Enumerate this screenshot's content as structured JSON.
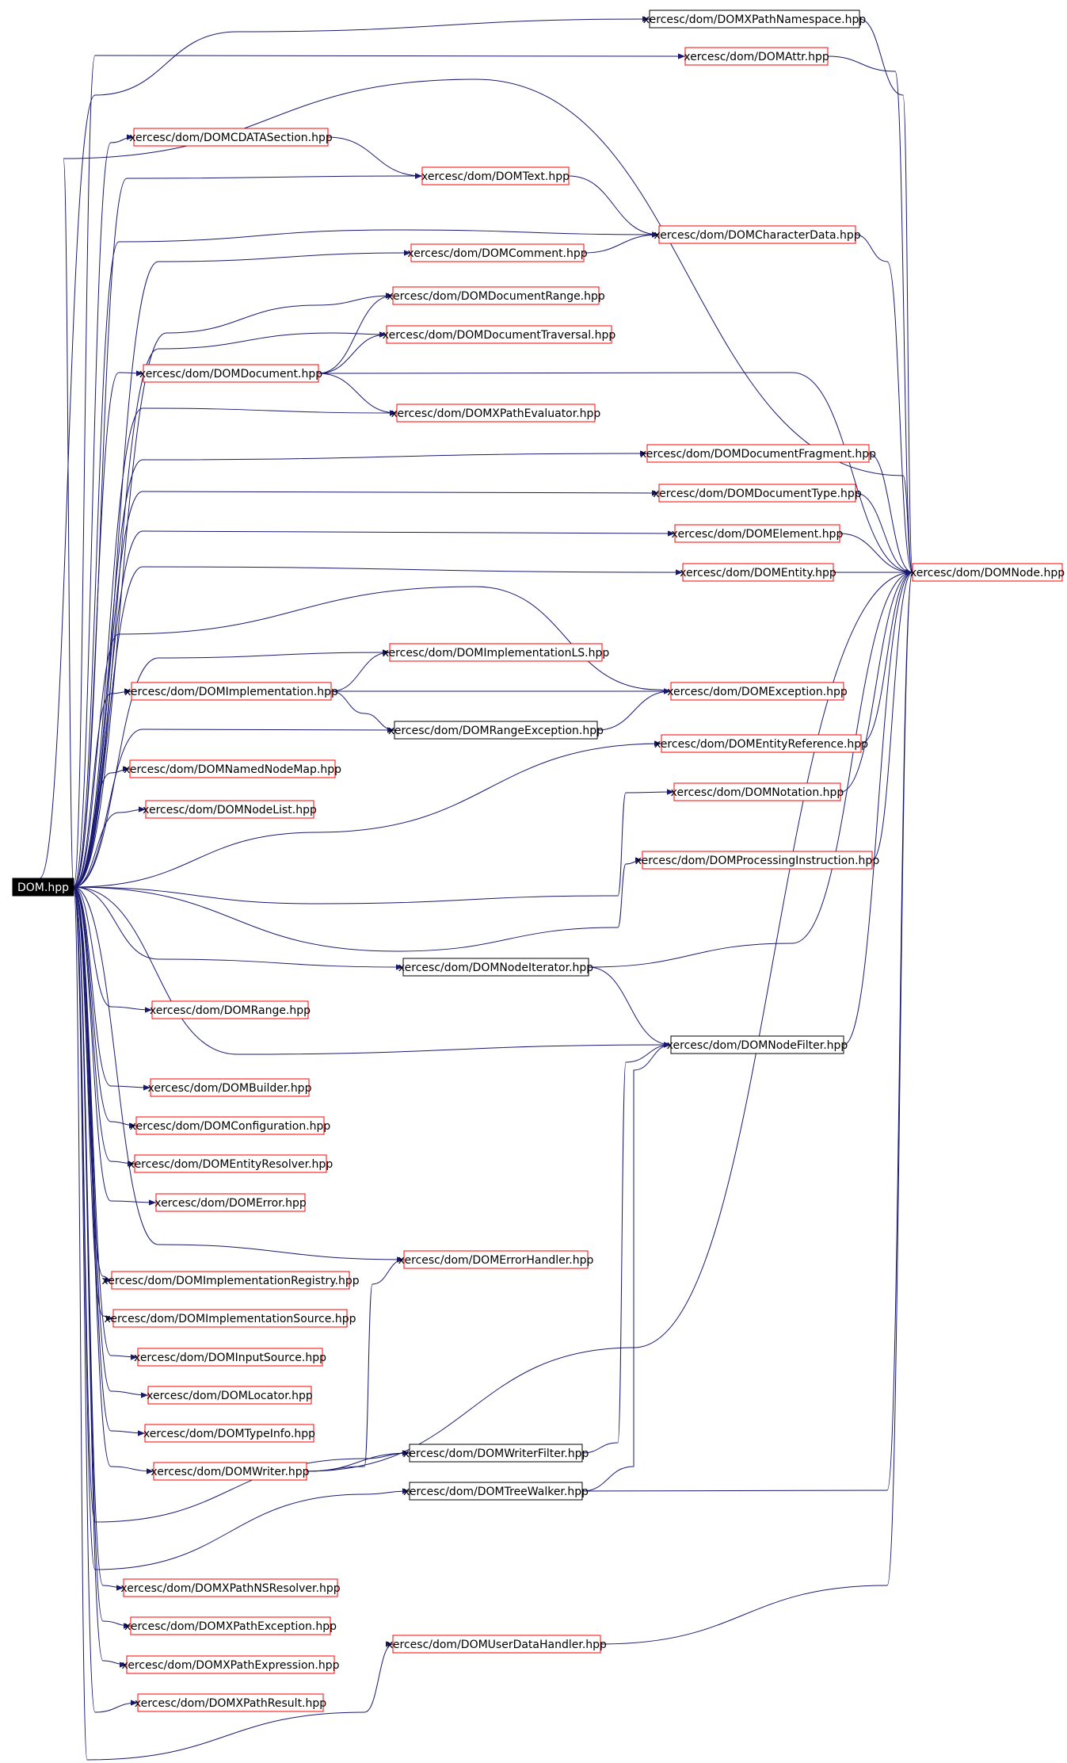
{
  "root": "DOM.hpp",
  "colors": {
    "edge": "#191970",
    "root_fill": "#000000",
    "root_text": "#ffffff",
    "documented_border": "#ff0000",
    "plain_border": "#000000"
  },
  "nodes": [
    {
      "id": "root",
      "label": "DOM.hpp",
      "kind": "root"
    },
    {
      "id": "xpathns",
      "label": "xercesc/dom/DOMXPathNamespace.hpp",
      "kind": "plain"
    },
    {
      "id": "attr",
      "label": "xercesc/dom/DOMAttr.hpp",
      "kind": "doc"
    },
    {
      "id": "cdata",
      "label": "xercesc/dom/DOMCDATASection.hpp",
      "kind": "doc"
    },
    {
      "id": "text",
      "label": "xercesc/dom/DOMText.hpp",
      "kind": "doc"
    },
    {
      "id": "chardata",
      "label": "xercesc/dom/DOMCharacterData.hpp",
      "kind": "doc"
    },
    {
      "id": "comment",
      "label": "xercesc/dom/DOMComment.hpp",
      "kind": "doc"
    },
    {
      "id": "docrange",
      "label": "xercesc/dom/DOMDocumentRange.hpp",
      "kind": "doc"
    },
    {
      "id": "doctrav",
      "label": "xercesc/dom/DOMDocumentTraversal.hpp",
      "kind": "doc"
    },
    {
      "id": "document",
      "label": "xercesc/dom/DOMDocument.hpp",
      "kind": "doc"
    },
    {
      "id": "xpatheval",
      "label": "xercesc/dom/DOMXPathEvaluator.hpp",
      "kind": "doc"
    },
    {
      "id": "docfrag",
      "label": "xercesc/dom/DOMDocumentFragment.hpp",
      "kind": "doc"
    },
    {
      "id": "doctype",
      "label": "xercesc/dom/DOMDocumentType.hpp",
      "kind": "doc"
    },
    {
      "id": "element",
      "label": "xercesc/dom/DOMElement.hpp",
      "kind": "doc"
    },
    {
      "id": "entity",
      "label": "xercesc/dom/DOMEntity.hpp",
      "kind": "doc"
    },
    {
      "id": "node",
      "label": "xercesc/dom/DOMNode.hpp",
      "kind": "doc"
    },
    {
      "id": "implls",
      "label": "xercesc/dom/DOMImplementationLS.hpp",
      "kind": "doc"
    },
    {
      "id": "impl",
      "label": "xercesc/dom/DOMImplementation.hpp",
      "kind": "doc"
    },
    {
      "id": "exception",
      "label": "xercesc/dom/DOMException.hpp",
      "kind": "doc"
    },
    {
      "id": "rangeexc",
      "label": "xercesc/dom/DOMRangeException.hpp",
      "kind": "plain"
    },
    {
      "id": "entref",
      "label": "xercesc/dom/DOMEntityReference.hpp",
      "kind": "doc"
    },
    {
      "id": "nnmap",
      "label": "xercesc/dom/DOMNamedNodeMap.hpp",
      "kind": "doc"
    },
    {
      "id": "notation",
      "label": "xercesc/dom/DOMNotation.hpp",
      "kind": "doc"
    },
    {
      "id": "nodelist",
      "label": "xercesc/dom/DOMNodeList.hpp",
      "kind": "doc"
    },
    {
      "id": "procinst",
      "label": "xercesc/dom/DOMProcessingInstruction.hpp",
      "kind": "doc"
    },
    {
      "id": "nodeiter",
      "label": "xercesc/dom/DOMNodeIterator.hpp",
      "kind": "plain"
    },
    {
      "id": "range",
      "label": "xercesc/dom/DOMRange.hpp",
      "kind": "doc"
    },
    {
      "id": "nodefilter",
      "label": "xercesc/dom/DOMNodeFilter.hpp",
      "kind": "plain"
    },
    {
      "id": "builder",
      "label": "xercesc/dom/DOMBuilder.hpp",
      "kind": "doc"
    },
    {
      "id": "config",
      "label": "xercesc/dom/DOMConfiguration.hpp",
      "kind": "doc"
    },
    {
      "id": "entres",
      "label": "xercesc/dom/DOMEntityResolver.hpp",
      "kind": "doc"
    },
    {
      "id": "error",
      "label": "xercesc/dom/DOMError.hpp",
      "kind": "doc"
    },
    {
      "id": "errhandler",
      "label": "xercesc/dom/DOMErrorHandler.hpp",
      "kind": "doc"
    },
    {
      "id": "implreg",
      "label": "xercesc/dom/DOMImplementationRegistry.hpp",
      "kind": "doc"
    },
    {
      "id": "implsrc",
      "label": "xercesc/dom/DOMImplementationSource.hpp",
      "kind": "doc"
    },
    {
      "id": "inputsrc",
      "label": "xercesc/dom/DOMInputSource.hpp",
      "kind": "doc"
    },
    {
      "id": "locator",
      "label": "xercesc/dom/DOMLocator.hpp",
      "kind": "doc"
    },
    {
      "id": "typeinfo",
      "label": "xercesc/dom/DOMTypeInfo.hpp",
      "kind": "doc"
    },
    {
      "id": "writer",
      "label": "xercesc/dom/DOMWriter.hpp",
      "kind": "doc"
    },
    {
      "id": "writerfilter",
      "label": "xercesc/dom/DOMWriterFilter.hpp",
      "kind": "plain"
    },
    {
      "id": "treewalker",
      "label": "xercesc/dom/DOMTreeWalker.hpp",
      "kind": "plain"
    },
    {
      "id": "xpathnsres",
      "label": "xercesc/dom/DOMXPathNSResolver.hpp",
      "kind": "doc"
    },
    {
      "id": "xpathexc",
      "label": "xercesc/dom/DOMXPathException.hpp",
      "kind": "doc"
    },
    {
      "id": "xpathexpr",
      "label": "xercesc/dom/DOMXPathExpression.hpp",
      "kind": "doc"
    },
    {
      "id": "userdata",
      "label": "xercesc/dom/DOMUserDataHandler.hpp",
      "kind": "doc"
    },
    {
      "id": "xpathresult",
      "label": "xercesc/dom/DOMXPathResult.hpp",
      "kind": "doc"
    }
  ],
  "edges": [
    [
      "root",
      "xpathns"
    ],
    [
      "root",
      "attr"
    ],
    [
      "root",
      "cdata"
    ],
    [
      "root",
      "text"
    ],
    [
      "root",
      "chardata"
    ],
    [
      "root",
      "comment"
    ],
    [
      "root",
      "docrange"
    ],
    [
      "root",
      "doctrav"
    ],
    [
      "root",
      "document"
    ],
    [
      "root",
      "xpatheval"
    ],
    [
      "root",
      "docfrag"
    ],
    [
      "root",
      "doctype"
    ],
    [
      "root",
      "element"
    ],
    [
      "root",
      "entity"
    ],
    [
      "root",
      "node"
    ],
    [
      "root",
      "implls"
    ],
    [
      "root",
      "impl"
    ],
    [
      "root",
      "exception"
    ],
    [
      "root",
      "rangeexc"
    ],
    [
      "root",
      "entref"
    ],
    [
      "root",
      "nnmap"
    ],
    [
      "root",
      "notation"
    ],
    [
      "root",
      "nodelist"
    ],
    [
      "root",
      "procinst"
    ],
    [
      "root",
      "nodeiter"
    ],
    [
      "root",
      "range"
    ],
    [
      "root",
      "nodefilter"
    ],
    [
      "root",
      "builder"
    ],
    [
      "root",
      "config"
    ],
    [
      "root",
      "entres"
    ],
    [
      "root",
      "error"
    ],
    [
      "root",
      "errhandler"
    ],
    [
      "root",
      "implreg"
    ],
    [
      "root",
      "implsrc"
    ],
    [
      "root",
      "inputsrc"
    ],
    [
      "root",
      "locator"
    ],
    [
      "root",
      "typeinfo"
    ],
    [
      "root",
      "writer"
    ],
    [
      "root",
      "writerfilter"
    ],
    [
      "root",
      "treewalker"
    ],
    [
      "root",
      "xpathnsres"
    ],
    [
      "root",
      "xpathexc"
    ],
    [
      "root",
      "xpathexpr"
    ],
    [
      "root",
      "userdata"
    ],
    [
      "root",
      "xpathresult"
    ],
    [
      "cdata",
      "text"
    ],
    [
      "text",
      "chardata"
    ],
    [
      "comment",
      "chardata"
    ],
    [
      "chardata",
      "node"
    ],
    [
      "document",
      "docrange"
    ],
    [
      "document",
      "doctrav"
    ],
    [
      "document",
      "xpatheval"
    ],
    [
      "document",
      "node"
    ],
    [
      "xpathns",
      "node"
    ],
    [
      "attr",
      "node"
    ],
    [
      "docfrag",
      "node"
    ],
    [
      "doctype",
      "node"
    ],
    [
      "element",
      "node"
    ],
    [
      "entity",
      "node"
    ],
    [
      "impl",
      "implls"
    ],
    [
      "impl",
      "exception"
    ],
    [
      "impl",
      "rangeexc"
    ],
    [
      "rangeexc",
      "exception"
    ],
    [
      "entref",
      "node"
    ],
    [
      "notation",
      "node"
    ],
    [
      "procinst",
      "node"
    ],
    [
      "nodeiter",
      "nodefilter"
    ],
    [
      "nodeiter",
      "node"
    ],
    [
      "nodefilter",
      "node"
    ],
    [
      "writer",
      "errhandler"
    ],
    [
      "writer",
      "writerfilter"
    ],
    [
      "writer",
      "node"
    ],
    [
      "writerfilter",
      "nodefilter"
    ],
    [
      "treewalker",
      "nodefilter"
    ],
    [
      "treewalker",
      "node"
    ],
    [
      "userdata",
      "node"
    ]
  ]
}
